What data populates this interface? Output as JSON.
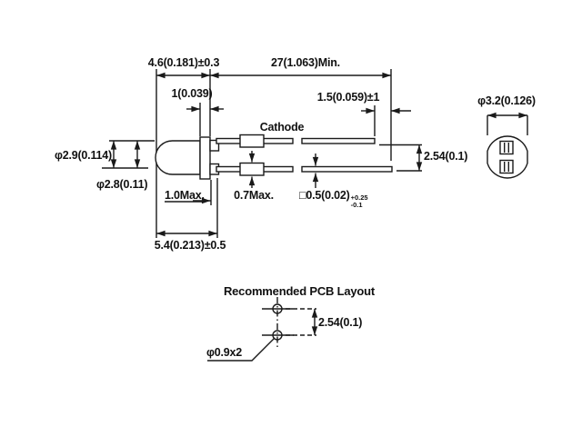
{
  "drawing_title": "LED package outline drawing",
  "colors": {
    "ink": "#1a1a1a",
    "background": "#ffffff"
  },
  "main_view": {
    "dim_body_length": "4.6(0.181)±0.3",
    "dim_lead_length": "27(1.063)Min.",
    "dim_flange_thickness": "1(0.039)",
    "dim_lead_tip_offset": "1.5(0.059)±1",
    "cathode_label": "Cathode",
    "dim_lens_dia": "φ2.9(0.114)",
    "dim_body_dia": "φ2.8(0.11)",
    "dim_standoff": "1.0Max.",
    "dim_tab": "0.7Max.",
    "dim_lead_square": "□0.5(0.02)",
    "dim_lead_square_tol_plus": "+0.25",
    "dim_lead_square_tol_minus": "-0.1",
    "dim_lead_pitch": "2.54(0.1)",
    "dim_tip_to_seating": "5.4(0.213)±0.5"
  },
  "end_view": {
    "dim_flange_dia": "φ3.2(0.126)"
  },
  "pcb_layout": {
    "title": "Recommended PCB Layout",
    "dim_hole_pitch": "2.54(0.1)",
    "dim_hole_dia": "φ0.9x2"
  }
}
